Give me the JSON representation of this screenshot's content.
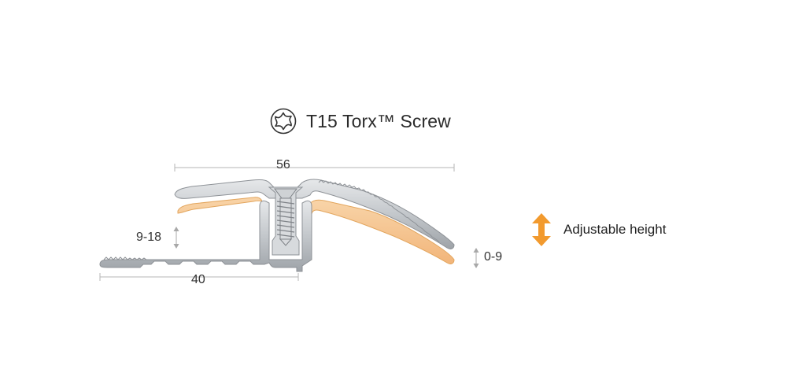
{
  "title": "T15 Torx™ Screw",
  "dimensions": {
    "top_width": "56",
    "base_width": "40",
    "left_height": "9-18",
    "right_height": "0-9"
  },
  "legend": {
    "label": "Adjustable height",
    "arrow_color": "#F29A2E"
  },
  "colors": {
    "aluminium": "#C9CCCF",
    "aluminium_edge": "#8E9297",
    "insert": "#F5C48E",
    "insert_edge": "#E3A65E",
    "dimension_line": "#B5B5B5"
  },
  "icons": {
    "screw_head": "torx-icon",
    "adjust": "double-arrow-icon"
  }
}
